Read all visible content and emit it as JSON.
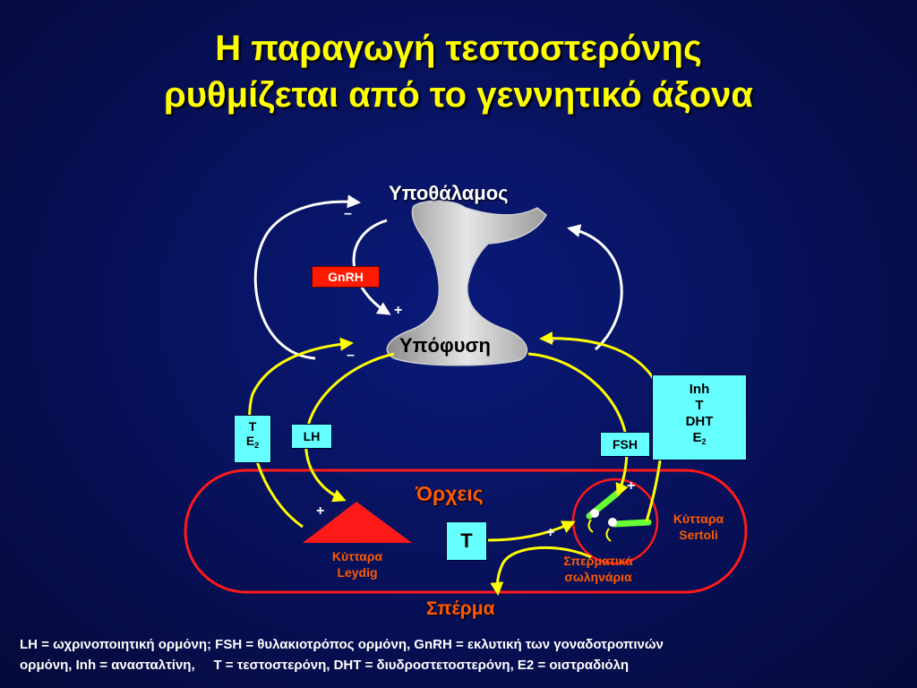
{
  "title_line1": "Η παραγωγή τεστοστερόνης",
  "title_line2": "ρυθμίζεται από το γεννητικό άξονα",
  "labels": {
    "hypothalamus": "Υποθάλαμος",
    "pituitary": "Υπόφυση",
    "testes": "Όρχεις",
    "leydig_1": "Κύτταρα",
    "leydig_2": "Leydig",
    "tubules_1": "Σπερματικά",
    "tubules_2": "σωληνάρια",
    "sertoli_1": "Κύτταρα",
    "sertoli_2": "Sertoli",
    "sperm": "Σπέρμα"
  },
  "boxes": {
    "gnrh": "GnRH",
    "lh": "LH",
    "fsh": "FSH",
    "t": "T",
    "left_t": "T",
    "left_e": "E",
    "left_sub": "2",
    "inh": "Inh",
    "inh_t": "T",
    "inh_dht": "DHT",
    "inh_e": "E",
    "inh_sub": "2"
  },
  "signs": {
    "minus_top": "–",
    "plus_gnrh": "+",
    "minus_left": "–",
    "minus_right": "–",
    "plus_leydig": "+",
    "plus_tubule": "+",
    "plus_sertoli": "+"
  },
  "footnote_line1": "LH = ωχρινοποιητική ορμόνη; FSH = θυλακιοτρόπος ορμόνη, GnRH = εκλυτική των γοναδοτροπινών",
  "footnote_line2": "ορμόνη, Inh = ανασταλτίνη,     T = τεστοστερόνη, DHT = διυδροστετοστερόνη, E2 = οιστραδιόλη",
  "colors": {
    "background": "#071057",
    "title": "#ffff00",
    "arrow_white": "#ffffff",
    "arrow_yellow": "#ffff00",
    "testes_outline": "#ff1a1a",
    "box_cyan": "#66ffff",
    "box_red": "#ff1a00",
    "label_orange": "#ff5a00",
    "leydig_triangle": "#ff1a1a",
    "sertoli_green": "#66ff33"
  }
}
